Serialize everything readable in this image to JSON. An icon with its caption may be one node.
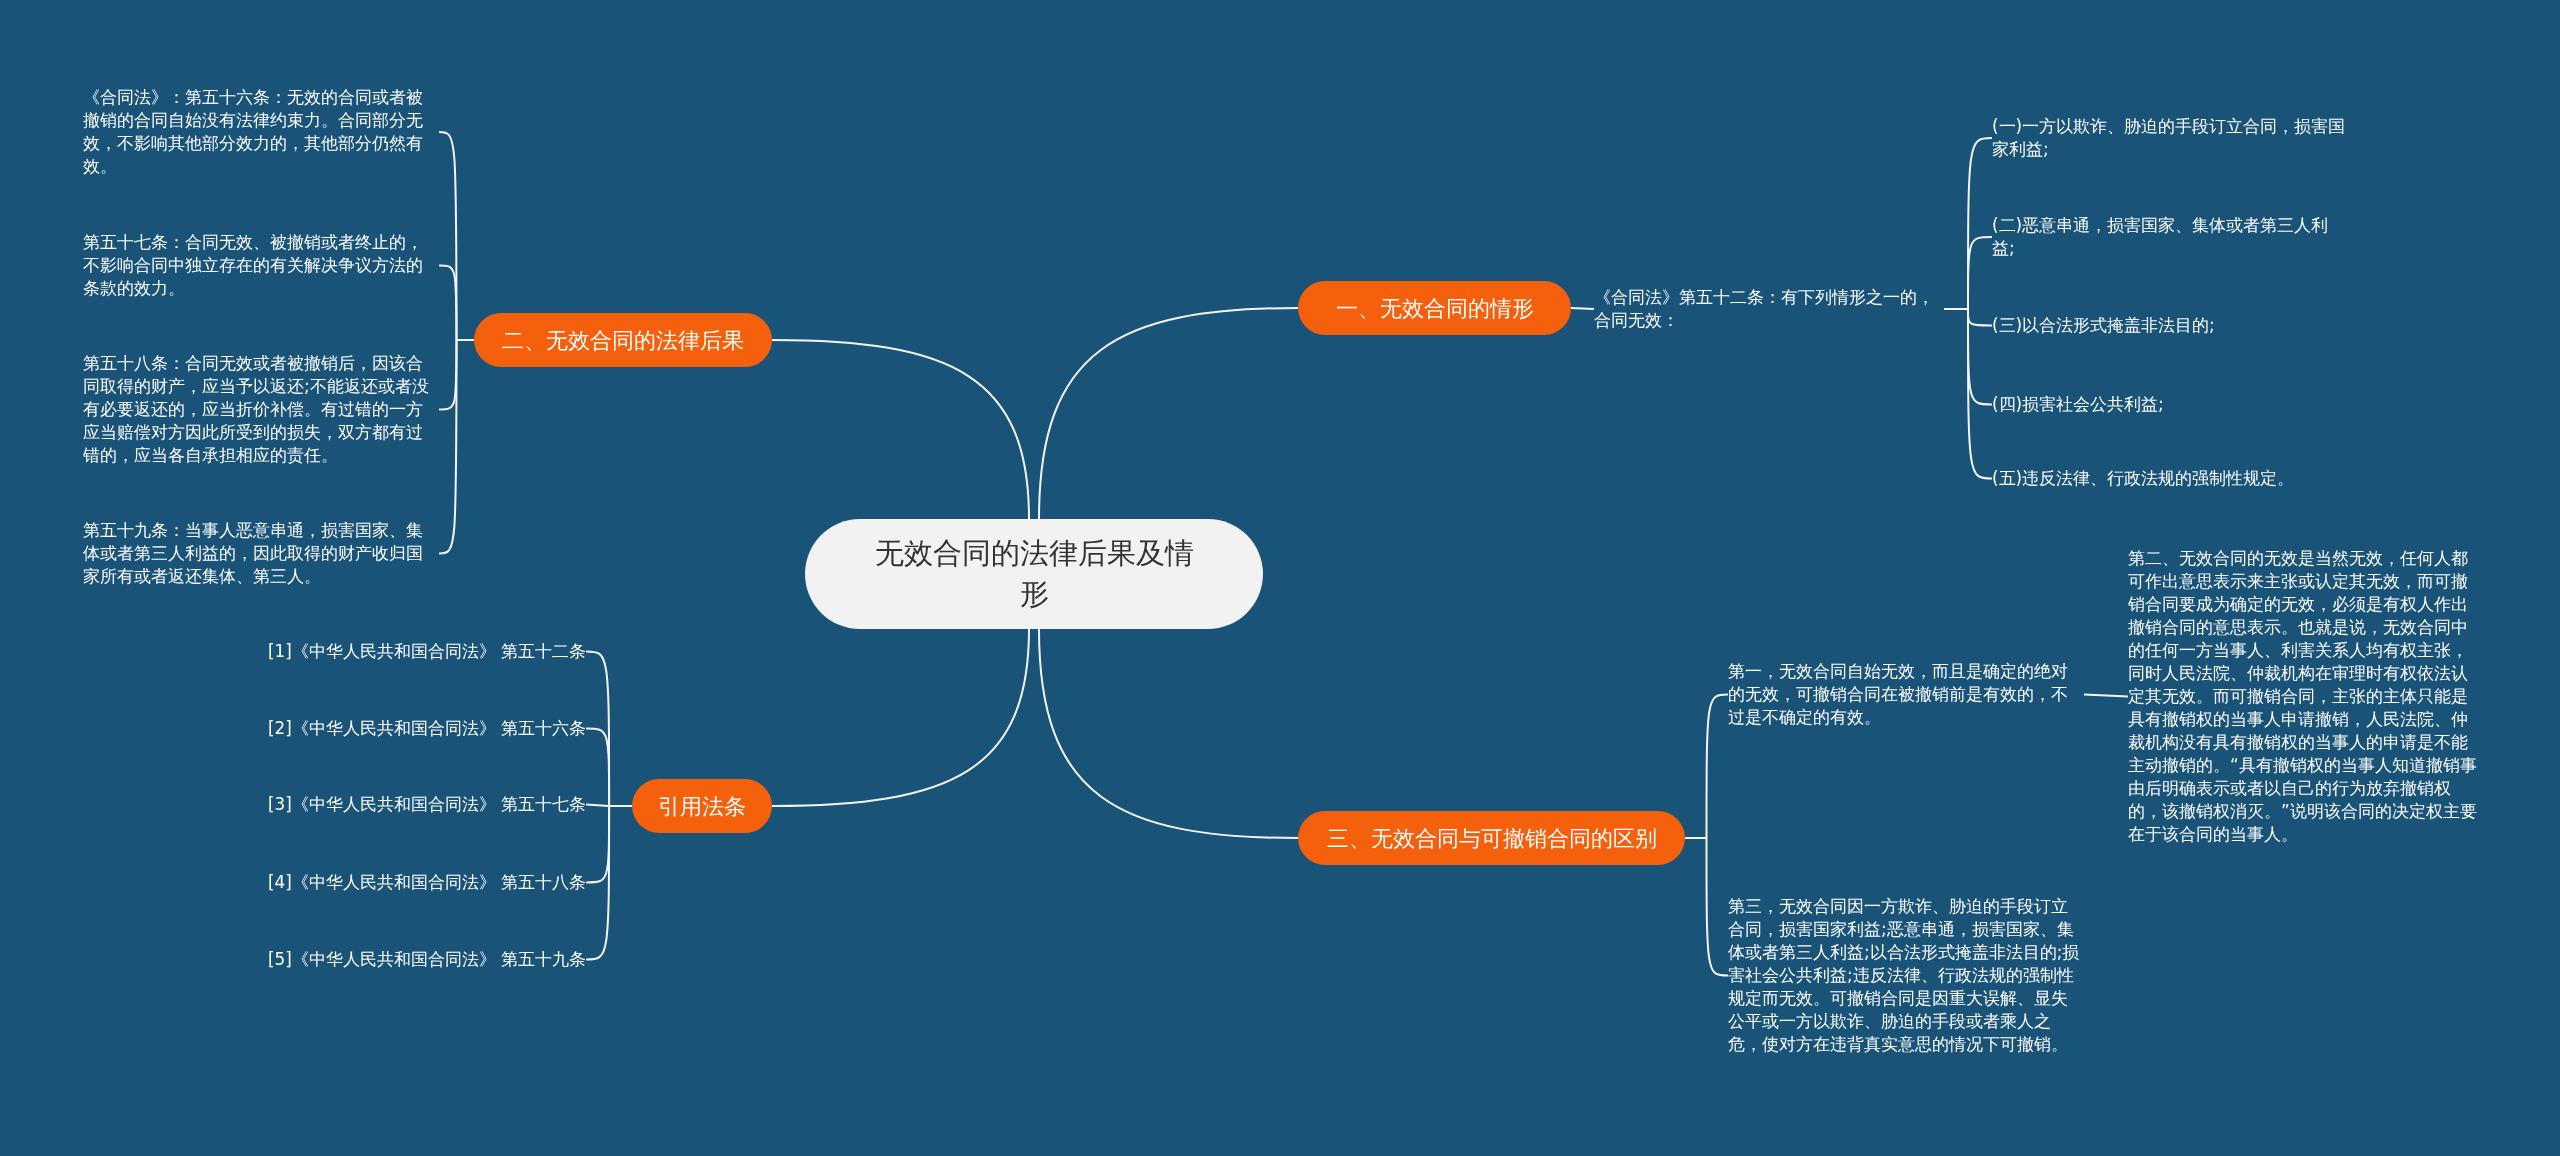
{
  "diagram": {
    "nodes": [
      {
        "text": [
          "无效合同的法律后果及情形"
        ]
      },
      {
        "text": [
          "一、无效合同的情形"
        ]
      },
      {
        "text": [
          "《合同法》第五十二条：有下列情形之一的，合同无效："
        ]
      },
      {
        "text": [
          "(一)一方以欺诈、胁迫的手段订立合同，损害国家利益;"
        ]
      },
      {
        "text": [
          "(二)恶意串通，损害国家、集体或者第三人利益;"
        ]
      },
      {
        "text": [
          "(三)以合法形式掩盖非法目的;"
        ]
      },
      {
        "text": [
          "(四)损害社会公共利益;"
        ]
      },
      {
        "text": [
          "(五)违反法律、行政法规的强制性规定。"
        ]
      },
      {
        "text": [
          "二、无效合同的法律后果"
        ]
      },
      {
        "text": [
          "《合同法》：第五十六条：无效的合同或者被撤销的合同自始没有法律约束力。合同部分无效，不影响其他部分效力的，其他部分仍然有效。"
        ]
      },
      {
        "text": [
          "第五十七条：合同无效、被撤销或者终止的，不影响合同中独立存在的有关解决争议方法的条款的效力。"
        ]
      },
      {
        "text": [
          "第五十八条：合同无效或者被撤销后，因该合同取得的财产，应当予以返还;不能返还或者没有必要返还的，应当折价补偿。有过错的一方应当赔偿对方因此所受到的损失，双方都有过错的，应当各自承担相应的责任。"
        ]
      },
      {
        "text": [
          "第五十九条：当事人恶意串通，损害国家、集体或者第三人利益的，因此取得的财产收归国家所有或者返还集体、第三人。"
        ]
      },
      {
        "text": [
          "三、无效合同与可撤销合同的区别"
        ]
      },
      {
        "text": [
          "第一，无效合同自始无效，而且是确定的绝对的无效，可撤销合同在被撤销前是有效的，不过是不确定的有效。"
        ]
      },
      {
        "text": [
          "第二、无效合同的无效是当然无效，任何人都可作出意思表示来主张或认定其无效，而可撤销合同要成为确定的无效，必须是有权人作出撤销合同的意思表示。也就是说，无效合同中的任何一方当事人、利害关系人均有权主张，同时人民法院、仲裁机构在审理时有权依法认定其无效。而可撤销合同，主张的主体只能是具有撤销权的当事人申请撤销，人民法院、仲裁机构没有具有撤销权的当事人的申请是不能主动撤销的。“具有撤销权的当事人知道撤销事由后明确表示或者以自己的行为放弃撤销权的，该撤销权消灭。”说明该合同的决定权主要在于该合同的当事人。"
        ]
      },
      {
        "text": [
          "第三，无效合同因一方欺诈、胁迫的手段订立合同，损害国家利益;恶意串通，损害国家、集体或者第三人利益;以合法形式掩盖非法目的;损害社会公共利益;违反法律、行政法规的强制性规定而无效。可撤销合同是因重大误解、显失公平或一方以欺诈、胁迫的手段或者乘人之危，使对方在违背真实意思的情况下可撤销。"
        ]
      },
      {
        "text": [
          "引用法条"
        ]
      },
      {
        "text": [
          "[1]《中华人民共和国合同法》 第五十二条"
        ]
      },
      {
        "text": [
          "[2]《中华人民共和国合同法》 第五十六条"
        ]
      },
      {
        "text": [
          "[3]《中华人民共和国合同法》 第五十七条"
        ]
      },
      {
        "text": [
          "[4]《中华人民共和国合同法》 第五十八条"
        ]
      },
      {
        "text": [
          "[5]《中华人民共和国合同法》 第五十九条"
        ]
      }
    ],
    "edges": [
      {
        "from": 0,
        "to": 1,
        "arrow": "none"
      },
      {
        "from": 1,
        "to": 2,
        "arrow": "none"
      },
      {
        "from": 2,
        "to": 3,
        "arrow": "none"
      },
      {
        "from": 2,
        "to": 4,
        "arrow": "none"
      },
      {
        "from": 2,
        "to": 5,
        "arrow": "none"
      },
      {
        "from": 2,
        "to": 6,
        "arrow": "none"
      },
      {
        "from": 2,
        "to": 7,
        "arrow": "none"
      },
      {
        "from": 0,
        "to": 8,
        "arrow": "none"
      },
      {
        "from": 8,
        "to": 9,
        "arrow": "none"
      },
      {
        "from": 8,
        "to": 10,
        "arrow": "none"
      },
      {
        "from": 8,
        "to": 11,
        "arrow": "none"
      },
      {
        "from": 8,
        "to": 12,
        "arrow": "none"
      },
      {
        "from": 0,
        "to": 13,
        "arrow": "none"
      },
      {
        "from": 13,
        "to": 14,
        "arrow": "none"
      },
      {
        "from": 14,
        "to": 15,
        "arrow": "none"
      },
      {
        "from": 13,
        "to": 16,
        "arrow": "none"
      },
      {
        "from": 0,
        "to": 17,
        "arrow": "none"
      },
      {
        "from": 17,
        "to": 18,
        "arrow": "none"
      },
      {
        "from": 17,
        "to": 19,
        "arrow": "none"
      },
      {
        "from": 17,
        "to": 20,
        "arrow": "none"
      },
      {
        "from": 17,
        "to": 21,
        "arrow": "none"
      },
      {
        "from": 17,
        "to": 22,
        "arrow": "none"
      }
    ]
  }
}
